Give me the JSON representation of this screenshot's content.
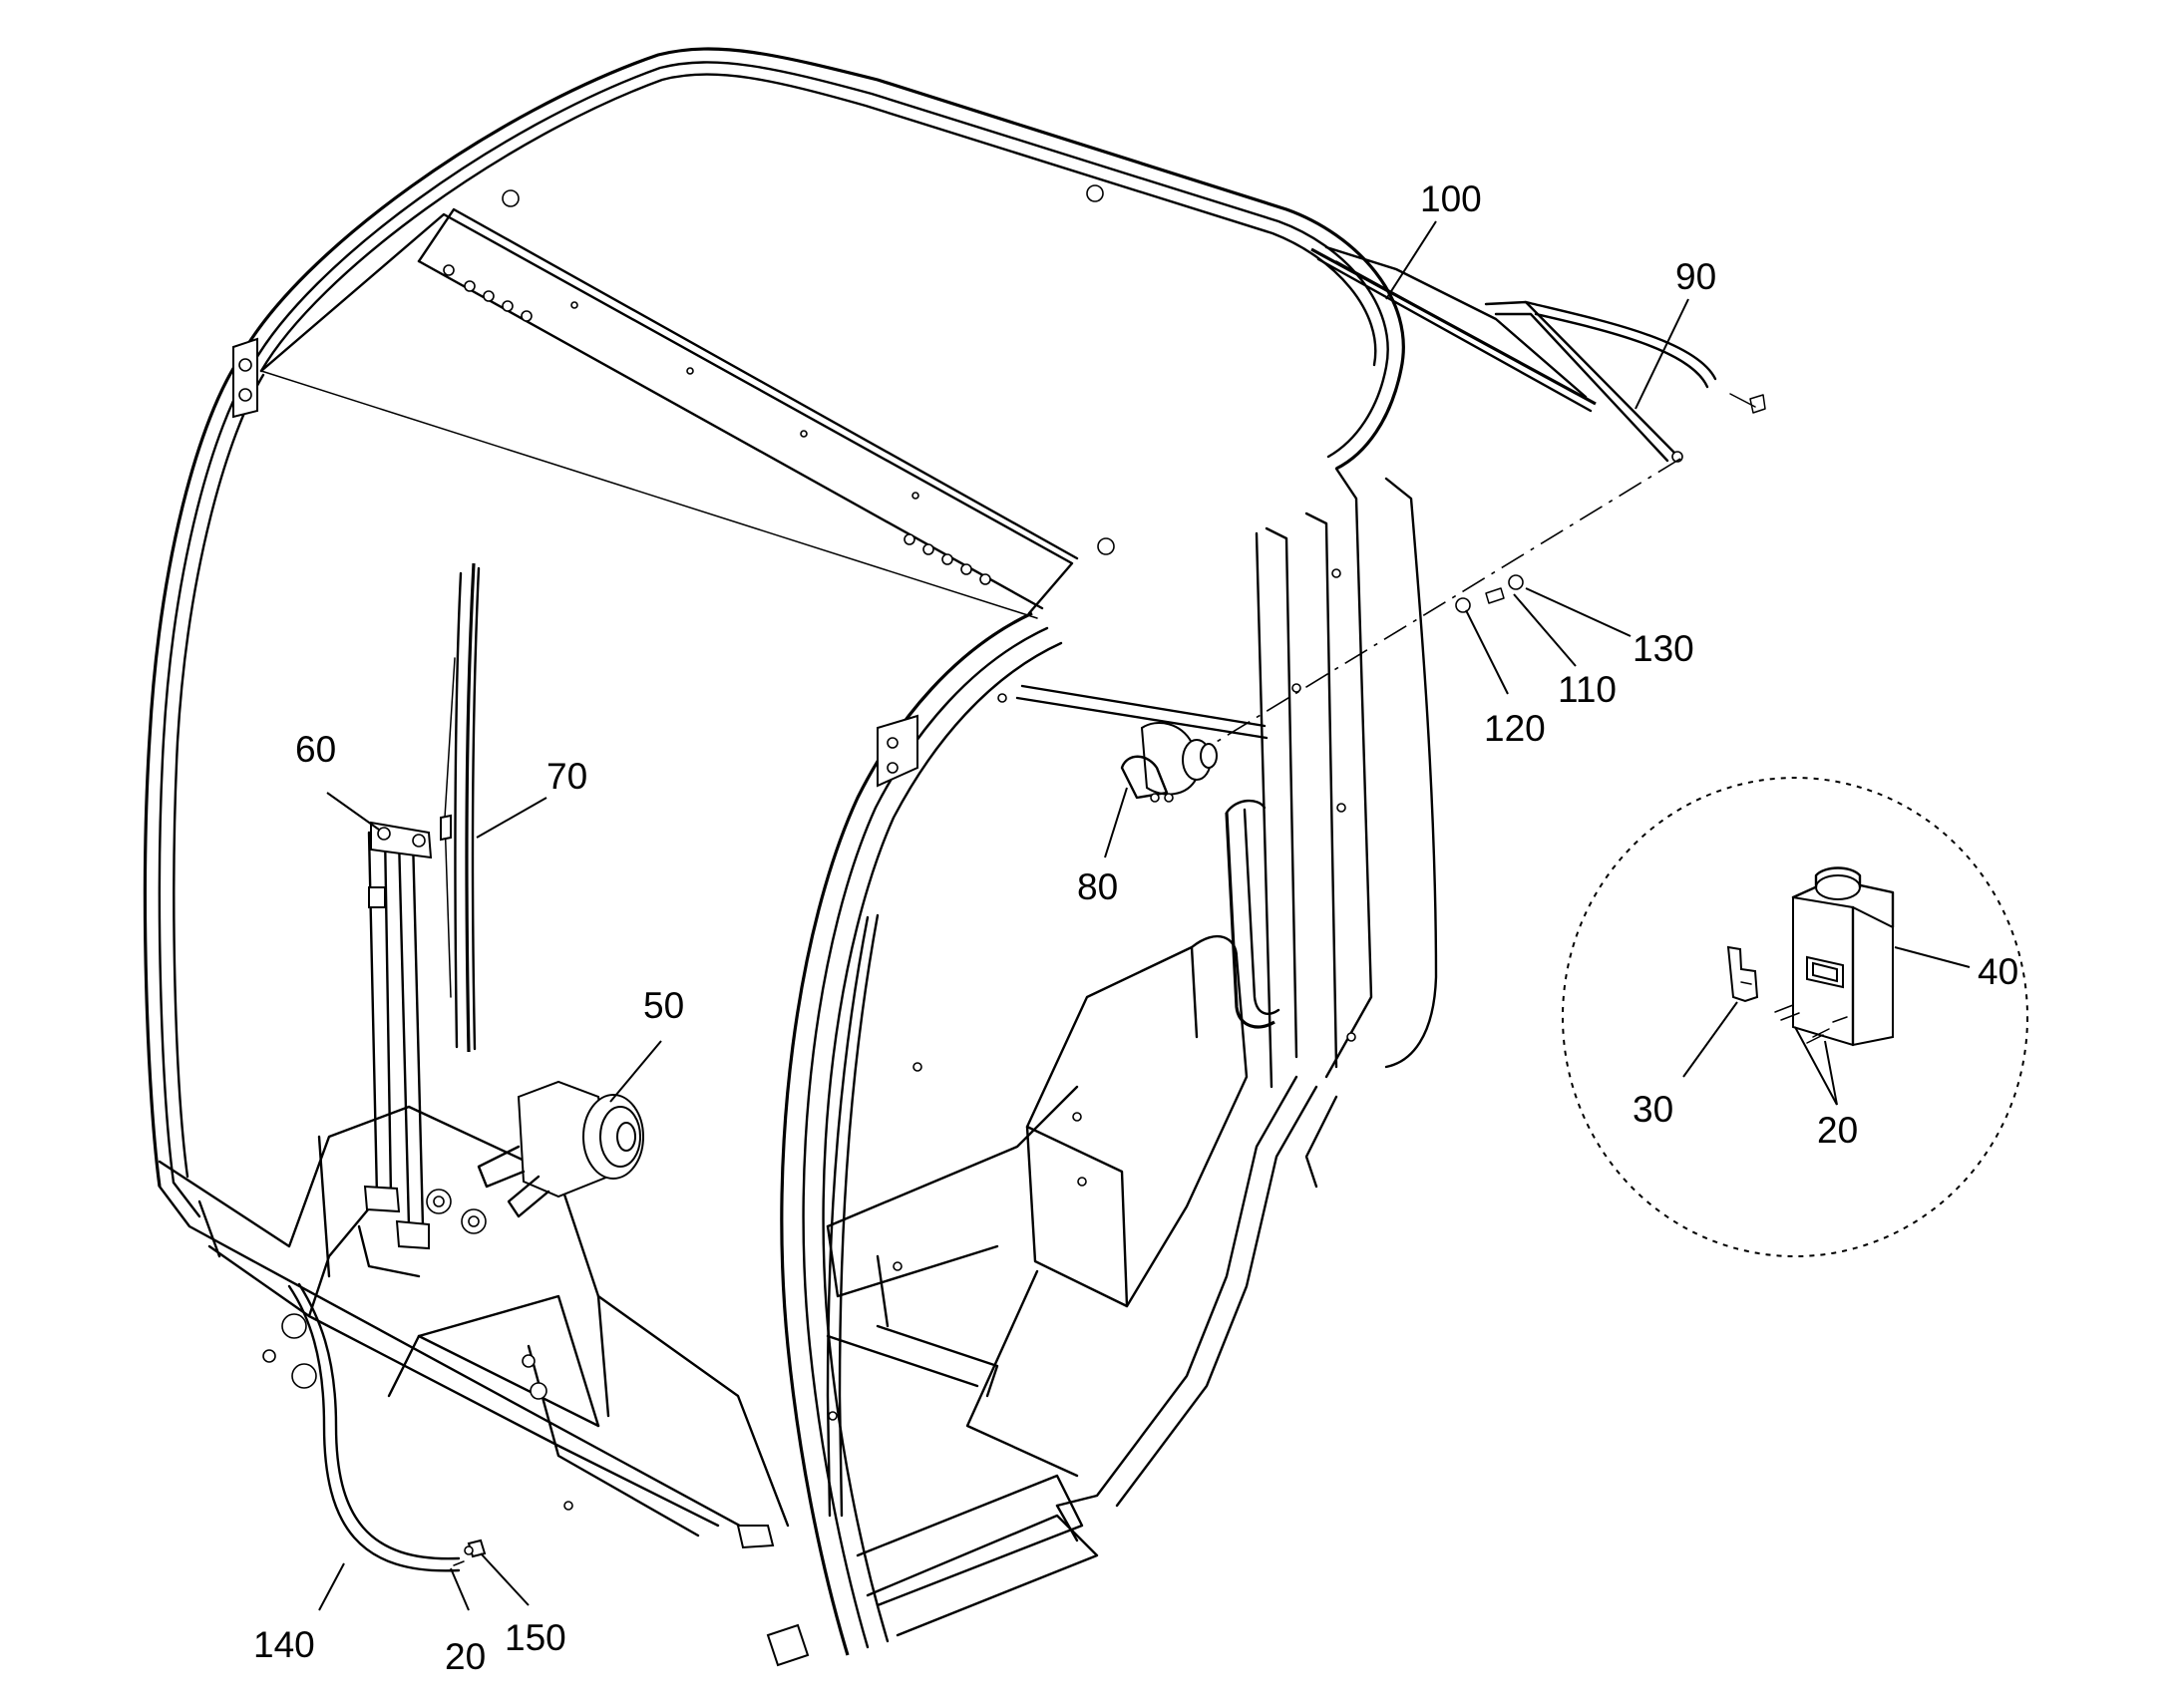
{
  "diagram": {
    "callouts": {
      "c100": "100",
      "c90": "90",
      "c130": "130",
      "c110": "110",
      "c120": "120",
      "c60": "60",
      "c70": "70",
      "c80": "80",
      "c50": "50",
      "c40": "40",
      "c30": "30",
      "c20_detail": "20",
      "c140": "140",
      "c20_hose": "20",
      "c150": "150"
    }
  }
}
